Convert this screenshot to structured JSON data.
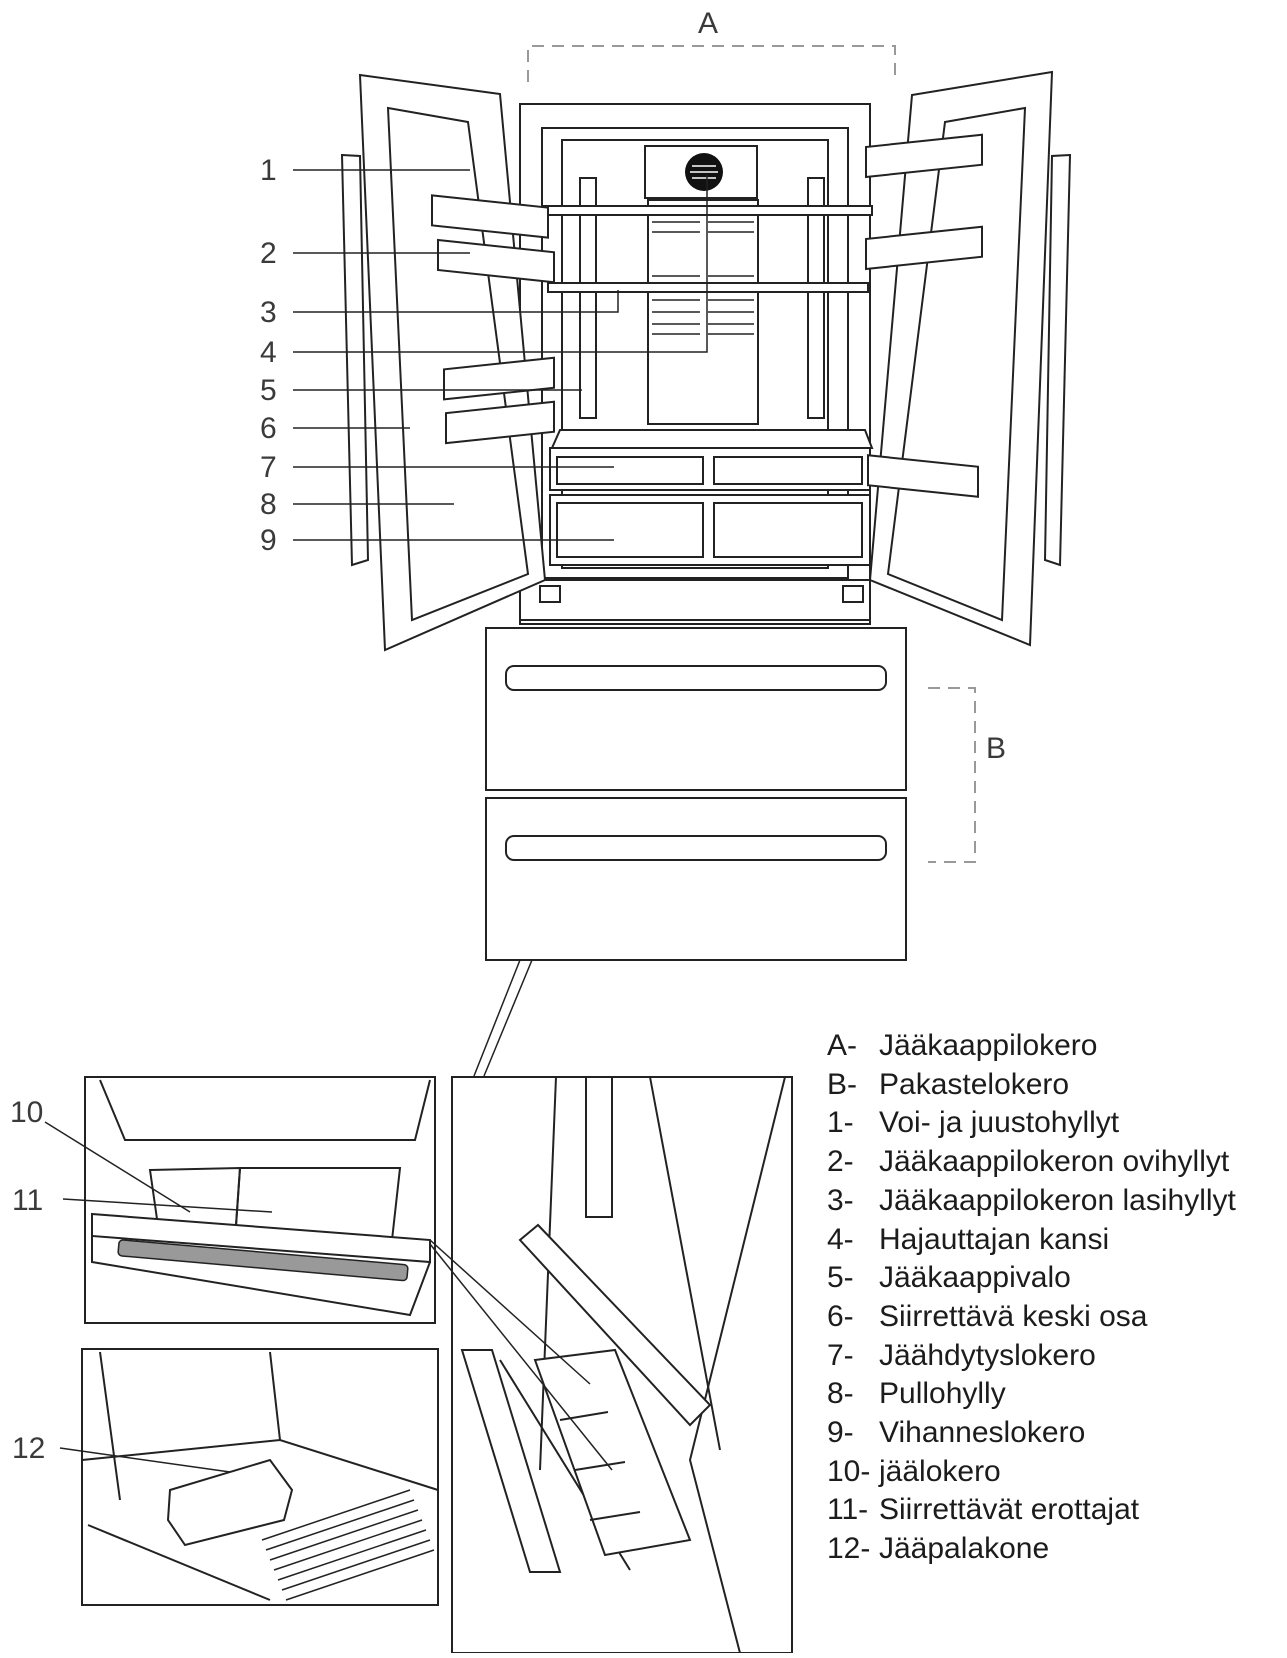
{
  "diagram": {
    "section_labels": [
      {
        "id": "A",
        "text": "A"
      },
      {
        "id": "B",
        "text": "B"
      }
    ],
    "callouts": [
      "1",
      "2",
      "3",
      "4",
      "5",
      "6",
      "7",
      "8",
      "9",
      "10",
      "11",
      "12"
    ],
    "legend": [
      {
        "key": "A-",
        "text": "Jääkaappilokero"
      },
      {
        "key": "B-",
        "text": "Pakastelokero"
      },
      {
        "key": "1-",
        "text": "Voi- ja juustohyllyt"
      },
      {
        "key": "2-",
        "text": "Jääkaappilokeron ovihyllyt"
      },
      {
        "key": "3-",
        "text": "Jääkaappilokeron lasihyllyt"
      },
      {
        "key": "4-",
        "text": "Hajauttajan kansi"
      },
      {
        "key": "5-",
        "text": "Jääkaappivalo"
      },
      {
        "key": "6-",
        "text": "Siirrettävä keski osa"
      },
      {
        "key": "7-",
        "text": "Jäähdytyslokero"
      },
      {
        "key": "8-",
        "text": "Pullohylly"
      },
      {
        "key": "9-",
        "text": "Vihanneslokero"
      },
      {
        "key": "10-",
        "text": "jäälokero"
      },
      {
        "key": "11-",
        "text": "Siirrettävät erottajat"
      },
      {
        "key": "12-",
        "text": "Jääpalakone"
      }
    ]
  }
}
